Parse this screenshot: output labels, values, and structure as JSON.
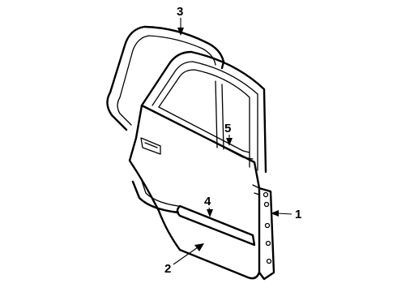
{
  "diagram": {
    "callouts": [
      {
        "id": "1",
        "label": "1"
      },
      {
        "id": "2",
        "label": "2"
      },
      {
        "id": "3",
        "label": "3"
      },
      {
        "id": "4",
        "label": "4"
      },
      {
        "id": "5",
        "label": "5"
      }
    ]
  },
  "colors": {
    "ink": "#000000",
    "background": "#ffffff"
  }
}
